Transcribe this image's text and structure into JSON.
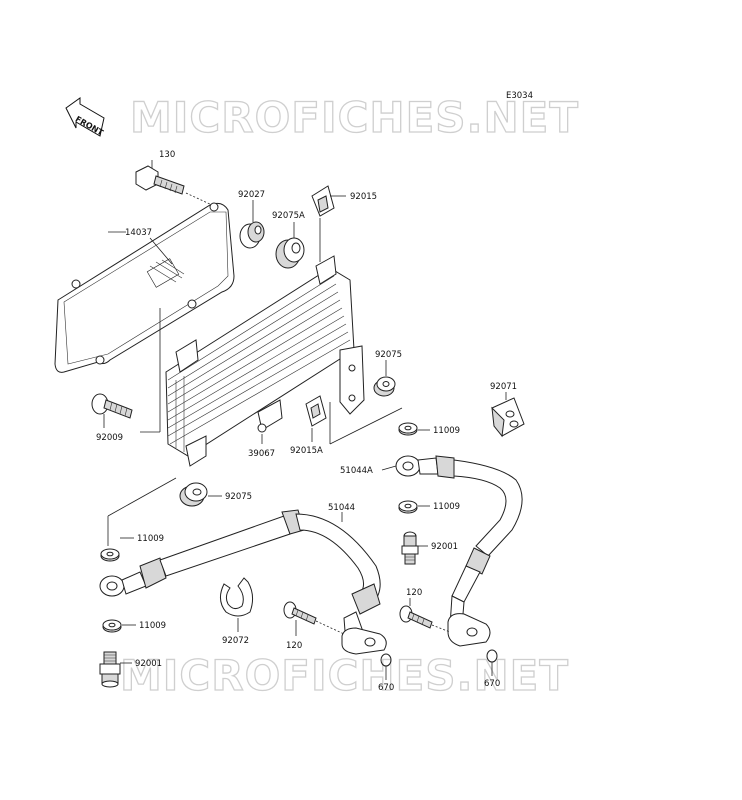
{
  "diagram_code": "E3034",
  "watermark_text": "MICROFICHES.NET",
  "front_label": "FRONT",
  "parts": {
    "p130": "130",
    "p14037": "14037",
    "p92027": "92027",
    "p92015": "92015",
    "p92075A": "92075A",
    "p92075_top": "92075",
    "p92071": "92071",
    "p92009": "92009",
    "p39067": "39067",
    "p92015A": "92015A",
    "p11009_a": "11009",
    "p51044A": "51044A",
    "p92075_low": "92075",
    "p51044": "51044",
    "p11009_b": "11009",
    "p11009_c": "11009",
    "p92001_right": "92001",
    "p120_right": "120",
    "p11009_d": "11009",
    "p92072": "92072",
    "p120_mid": "120",
    "p92001_left": "92001",
    "p670_mid": "670",
    "p670_right": "670"
  }
}
